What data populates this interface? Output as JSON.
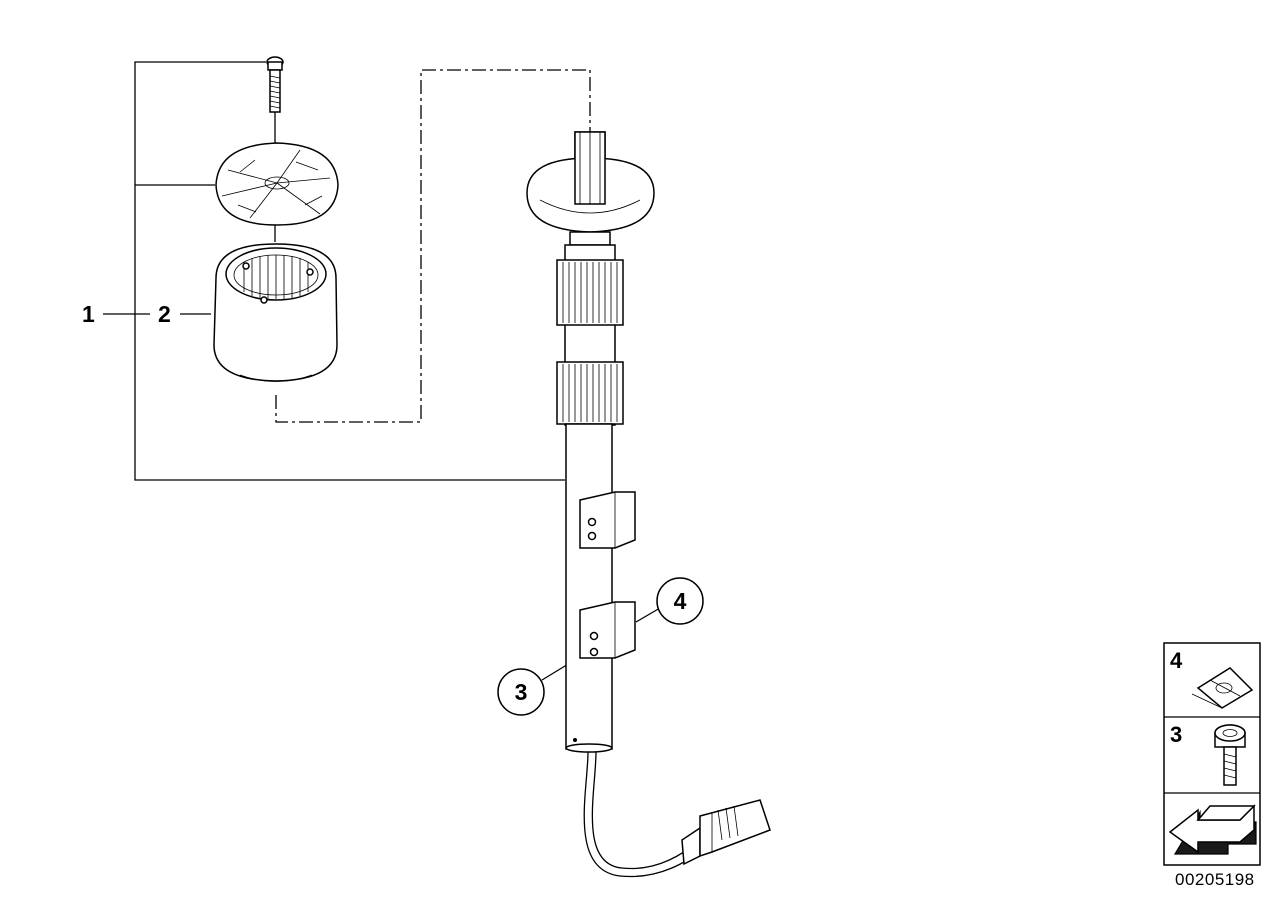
{
  "callouts": {
    "part1": "1",
    "part2": "2",
    "part3": "3",
    "part4": "4"
  },
  "legend": {
    "items": [
      {
        "number": "4",
        "icon": "clip-nut-icon"
      },
      {
        "number": "3",
        "icon": "torx-screw-icon"
      },
      {
        "number": "",
        "icon": "arrow-left-icon"
      }
    ]
  },
  "document_id": "00205198",
  "colors": {
    "line": "#000000",
    "background": "#ffffff",
    "dark_hatch": "#1a1a1a"
  }
}
